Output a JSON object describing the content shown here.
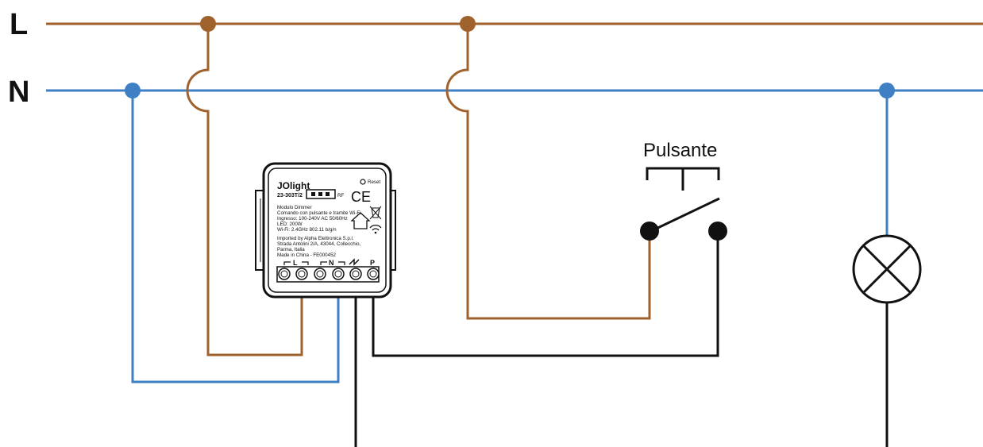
{
  "rails": {
    "line_label": "L",
    "neutral_label": "N"
  },
  "switch": {
    "label": "Pulsante"
  },
  "module": {
    "brand": "JOlight",
    "reset_label": "Reset",
    "model": "23-303T/2",
    "rf_label": "RF",
    "desc_title": "Modulo Dimmer",
    "desc_line": "Comando con pulsante e tramite Wi-Fi",
    "input": "Ingresso: 100-240V AC 50/60Hz",
    "led": "LED: 200W",
    "wifi": "Wi-Fi: 2.4GHz 802.11 b/g/n",
    "importer_1": "Imported by Alpha Elettronica S.p.l.",
    "importer_2": "Strada Antolini 2/A, 43044, Collecchio,",
    "importer_3": "Parma, Italia",
    "made_in": "Made in China - FE000452",
    "ce_mark": "CE",
    "terminal_L": "L",
    "terminal_N": "N",
    "terminal_P": "P"
  },
  "colors": {
    "line": "#A0622D",
    "neutral": "#3F7FC4",
    "black": "#111111"
  }
}
